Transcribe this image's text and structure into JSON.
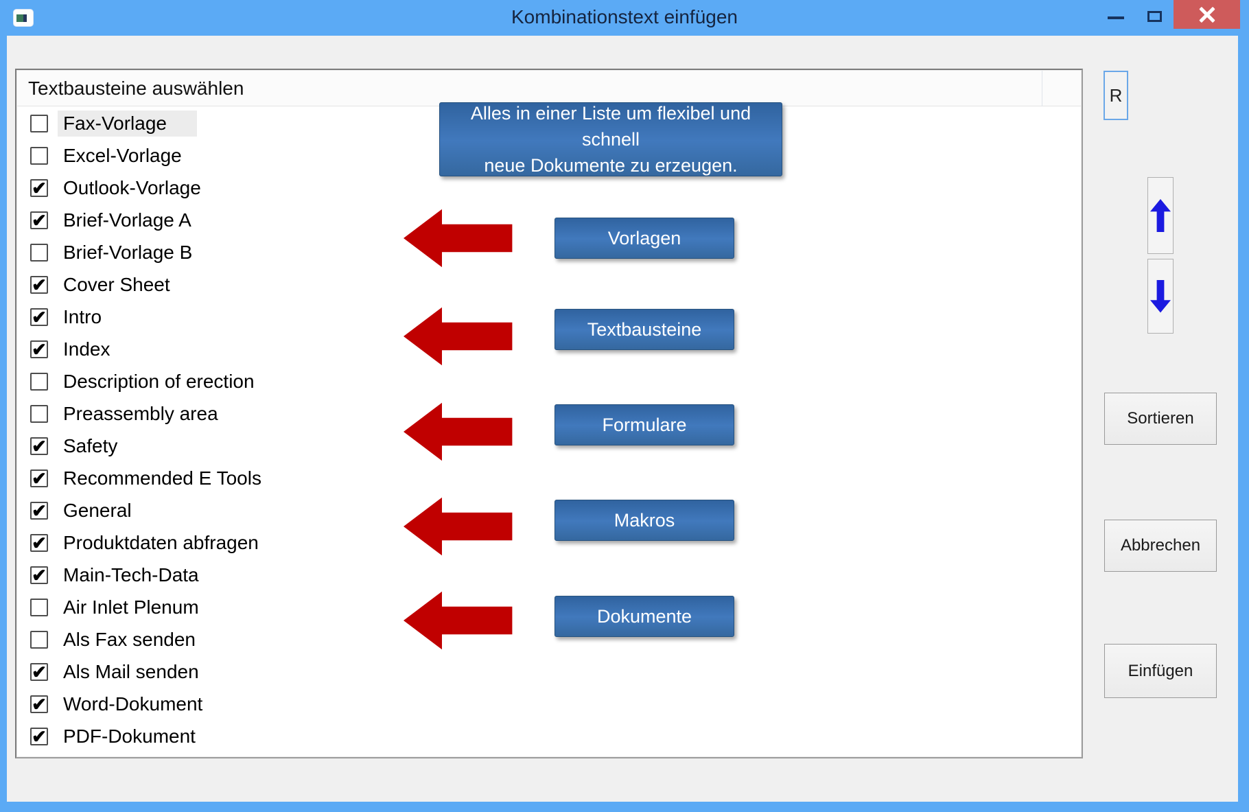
{
  "window": {
    "title": "Kombinationstext einfügen",
    "icons": {
      "app": "app-icon",
      "minimize": "minimize-icon",
      "maximize": "maximize-icon",
      "close": "close-icon"
    }
  },
  "colors": {
    "titlebar_blue": "#5BAAF5",
    "close_button_red": "#CE5B5B",
    "client_background": "#F0F0F0",
    "annotation_blue": "#4179BD",
    "arrow_red": "#C00000",
    "nav_arrow_blue": "#1B1AE0"
  },
  "list": {
    "header": "Textbausteine auswählen",
    "items": [
      {
        "label": "Fax-Vorlage",
        "checked": false,
        "highlighted": true
      },
      {
        "label": "Excel-Vorlage",
        "checked": false
      },
      {
        "label": "Outlook-Vorlage",
        "checked": true
      },
      {
        "label": "Brief-Vorlage A",
        "checked": true
      },
      {
        "label": "Brief-Vorlage B",
        "checked": false
      },
      {
        "label": "Cover Sheet",
        "checked": true
      },
      {
        "label": "Intro",
        "checked": true
      },
      {
        "label": "Index",
        "checked": true
      },
      {
        "label": "Description of erection",
        "checked": false
      },
      {
        "label": "Preassembly area",
        "checked": false
      },
      {
        "label": "Safety",
        "checked": true
      },
      {
        "label": "Recommended E Tools",
        "checked": true
      },
      {
        "label": "General",
        "checked": true
      },
      {
        "label": "Produktdaten abfragen",
        "checked": true
      },
      {
        "label": "Main-Tech-Data",
        "checked": true
      },
      {
        "label": "Air Inlet Plenum",
        "checked": false
      },
      {
        "label": "Als Fax senden",
        "checked": false
      },
      {
        "label": "Als Mail senden",
        "checked": true
      },
      {
        "label": "Word-Dokument",
        "checked": true
      },
      {
        "label": "PDF-Dokument",
        "checked": true
      }
    ]
  },
  "callout": {
    "lines": [
      "Alles in einer Liste um flexibel und schnell",
      "neue Dokumente zu erzeugen."
    ]
  },
  "annotation_labels": [
    "Vorlagen",
    "Textbausteine",
    "Formulare",
    "Makros",
    "Dokumente"
  ],
  "side_panel": {
    "r_button_label": "R",
    "sort_button_label": "Sortieren",
    "cancel_button_label": "Abbrechen",
    "insert_button_label": "Einfügen"
  }
}
